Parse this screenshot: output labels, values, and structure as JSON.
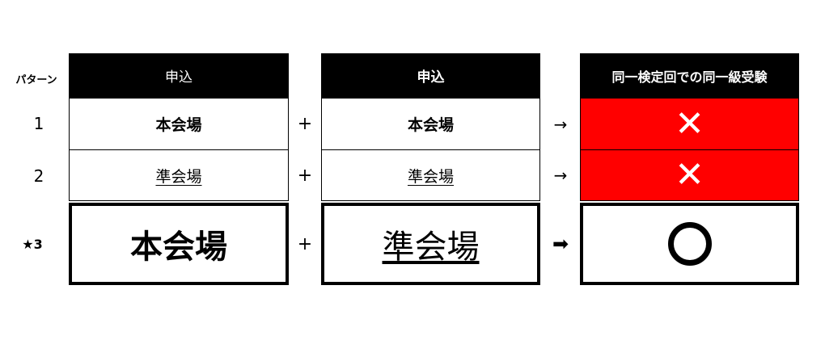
{
  "header": {
    "pattern_label": "パターン",
    "col1": "申込",
    "col2": "申込",
    "col3": "同一検定回での同一級受験"
  },
  "rows": [
    {
      "label": "1",
      "left": "本会場",
      "op": "+",
      "arrow": "→",
      "result_icon": "cross-mark",
      "result_color": "#ff0000"
    },
    {
      "label": "2",
      "left": "準会場",
      "op": "+",
      "right": "準会場",
      "arrow": "→",
      "result_icon": "cross-mark",
      "result_color": "#ff0000"
    },
    {
      "label": "★3",
      "left": "本会場",
      "op": "+",
      "right": "準会場",
      "arrow": "➡",
      "result_icon": "circle-mark",
      "result_color": "#ffffff"
    }
  ],
  "row1_right": "本会場"
}
